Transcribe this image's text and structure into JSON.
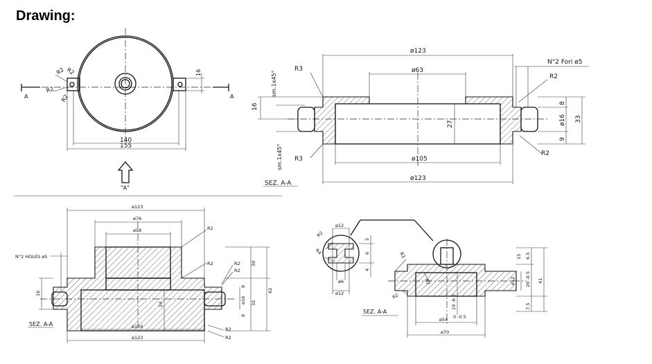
{
  "title": "Drawing:",
  "top_left": {
    "section_mark": "A",
    "r2_a": "R2",
    "r2_b": "R2",
    "r2_c": "R2",
    "r2_d": "R2",
    "dim_16": "16",
    "dim_140": "140",
    "dim_155": "155",
    "view_a": "\"A\""
  },
  "top_right": {
    "d123_top": "ø123",
    "d63": "ø63",
    "d105": "ø105",
    "d123_bot": "ø123",
    "r3_top": "R3",
    "r3_bot": "R3",
    "r2_top": "R2",
    "r2_bot": "R2",
    "holes": "N°2 Fori ø5",
    "chamfer_top": "sm.1x45°",
    "chamfer_bot": "sm.1x45°",
    "dim_16": "16",
    "dim_27": "27",
    "dim_8": "8",
    "dim_d16": "ø16",
    "dim_9": "9",
    "dim_33": "33",
    "section_label": "SEZ. A-A"
  },
  "bottom_left": {
    "d123_top": "ø123",
    "d76": "ø76",
    "d58": "ø58",
    "d104": "ø104",
    "d123_bot": "ø123",
    "r2_1": "R2",
    "r2_2": "R2",
    "r2_3": "R2",
    "r2_4": "R2",
    "r2_5": "R2",
    "r2_6": "R2",
    "holes": "N°2 HOLES ø5",
    "dim_16": "16",
    "dim_24": "24",
    "dim_30": "30",
    "dim_8a": "8",
    "dim_d16": "ø16",
    "dim_8b": "8",
    "dim_32": "32",
    "dim_62": "62",
    "section_label": "SEZ. A-A"
  },
  "bottom_right": {
    "detail_d12_top": "ø12",
    "detail_d12_bot": "ø12",
    "detail_d6": "ø6",
    "detail_r2": "R2",
    "detail_r4": "R4",
    "detail_5": "5",
    "detail_6": "6",
    "detail_4": "4",
    "r3": "R3",
    "r2_a": "R2",
    "r2_b": "R2",
    "dim_65": "6.5",
    "dim_15": "15",
    "dim_41": "41",
    "dim_d12": "ø12",
    "dim_26": "26 -0.5",
    "dim_75": "7.5",
    "dim_195": "19 -0.5",
    "d54": "ø54",
    "d54_tol": "0 -0.5",
    "d70": "ø70",
    "section_label": "SEZ. A-A"
  }
}
